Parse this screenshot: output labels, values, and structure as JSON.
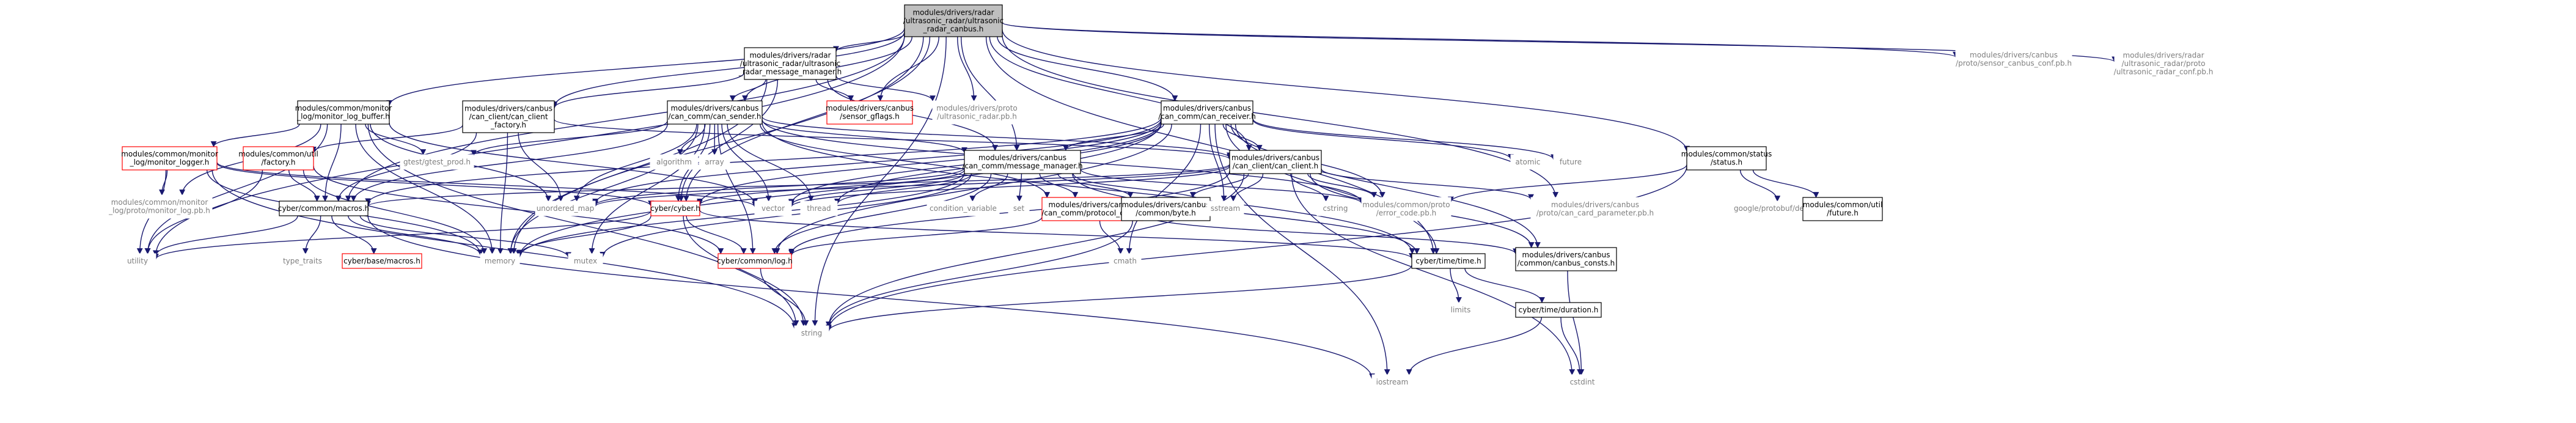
{
  "diagram": {
    "nodes": [
      {
        "id": "root",
        "lines": [
          "modules/drivers/radar",
          "/ultrasonic_radar/ultrasonic",
          "_radar_canbus.h"
        ],
        "style": "focus"
      },
      {
        "id": "msgmgr_us",
        "lines": [
          "modules/drivers/radar",
          "/ultrasonic_radar/ultrasonic",
          "_radar_message_manager.h"
        ],
        "style": "black"
      },
      {
        "id": "monitor_log_buffer",
        "lines": [
          "modules/common/monitor",
          "_log/monitor_log_buffer.h"
        ],
        "style": "black"
      },
      {
        "id": "can_client_factory",
        "lines": [
          "modules/drivers/canbus",
          "/can_client/can_client",
          "_factory.h"
        ],
        "style": "black"
      },
      {
        "id": "can_sender",
        "lines": [
          "modules/drivers/canbus",
          "/can_comm/can_sender.h"
        ],
        "style": "black"
      },
      {
        "id": "sensor_gflags",
        "lines": [
          "modules/drivers/canbus",
          "/sensor_gflags.h"
        ],
        "style": "red"
      },
      {
        "id": "ultrasonic_radar_pb",
        "lines": [
          "modules/drivers/proto",
          "/ultrasonic_radar.pb.h"
        ],
        "style": "gray"
      },
      {
        "id": "can_receiver",
        "lines": [
          "modules/drivers/canbus",
          "/can_comm/can_receiver.h"
        ],
        "style": "black"
      },
      {
        "id": "sensor_canbus_conf_pb",
        "lines": [
          "modules/drivers/canbus",
          "/proto/sensor_canbus_conf.pb.h"
        ],
        "style": "gray"
      },
      {
        "id": "ultrasonic_radar_conf_pb",
        "lines": [
          "modules/drivers/radar",
          "/ultrasonic_radar/proto",
          "/ultrasonic_radar_conf.pb.h"
        ],
        "style": "gray"
      },
      {
        "id": "monitor_logger",
        "lines": [
          "modules/common/monitor",
          "_log/monitor_logger.h"
        ],
        "style": "red"
      },
      {
        "id": "factory",
        "lines": [
          "modules/common/util",
          "/factory.h"
        ],
        "style": "red"
      },
      {
        "id": "gtest_prod",
        "lines": [
          "gtest/gtest_prod.h"
        ],
        "style": "gray"
      },
      {
        "id": "algorithm",
        "lines": [
          "algorithm"
        ],
        "style": "gray"
      },
      {
        "id": "array",
        "lines": [
          "array"
        ],
        "style": "gray"
      },
      {
        "id": "message_manager",
        "lines": [
          "modules/drivers/canbus",
          "/can_comm/message_manager.h"
        ],
        "style": "black"
      },
      {
        "id": "can_client",
        "lines": [
          "modules/drivers/canbus",
          "/can_client/can_client.h"
        ],
        "style": "black"
      },
      {
        "id": "atomic",
        "lines": [
          "atomic"
        ],
        "style": "gray"
      },
      {
        "id": "future",
        "lines": [
          "future"
        ],
        "style": "gray"
      },
      {
        "id": "status",
        "lines": [
          "modules/common/status",
          "/status.h"
        ],
        "style": "black"
      },
      {
        "id": "monitor_log_pb",
        "lines": [
          "modules/common/monitor",
          "_log/proto/monitor_log.pb.h"
        ],
        "style": "gray"
      },
      {
        "id": "cyber_macros",
        "lines": [
          "cyber/common/macros.h"
        ],
        "style": "black"
      },
      {
        "id": "cyber",
        "lines": [
          "cyber/cyber.h"
        ],
        "style": "red"
      },
      {
        "id": "unordered_map",
        "lines": [
          "unordered_map"
        ],
        "style": "gray"
      },
      {
        "id": "vector",
        "lines": [
          "vector"
        ],
        "style": "gray"
      },
      {
        "id": "thread",
        "lines": [
          "thread"
        ],
        "style": "gray"
      },
      {
        "id": "condition_variable",
        "lines": [
          "condition_variable"
        ],
        "style": "gray"
      },
      {
        "id": "set",
        "lines": [
          "set"
        ],
        "style": "gray"
      },
      {
        "id": "protocol_data",
        "lines": [
          "modules/drivers/canbus",
          "/can_comm/protocol_data.h"
        ],
        "style": "red"
      },
      {
        "id": "byte",
        "lines": [
          "modules/drivers/canbus",
          "/common/byte.h"
        ],
        "style": "black"
      },
      {
        "id": "sstream",
        "lines": [
          "sstream"
        ],
        "style": "gray"
      },
      {
        "id": "cstring",
        "lines": [
          "cstring"
        ],
        "style": "gray"
      },
      {
        "id": "error_code_pb",
        "lines": [
          "modules/common/proto",
          "/error_code.pb.h"
        ],
        "style": "gray"
      },
      {
        "id": "can_card_parameter_pb",
        "lines": [
          "modules/drivers/canbus",
          "/proto/can_card_parameter.pb.h"
        ],
        "style": "gray"
      },
      {
        "id": "descriptor",
        "lines": [
          "google/protobuf/descriptor.h"
        ],
        "style": "gray"
      },
      {
        "id": "util_future",
        "lines": [
          "modules/common/util",
          "/future.h"
        ],
        "style": "black"
      },
      {
        "id": "utility",
        "lines": [
          "utility"
        ],
        "style": "gray"
      },
      {
        "id": "type_traits",
        "lines": [
          "type_traits"
        ],
        "style": "gray"
      },
      {
        "id": "base_macros",
        "lines": [
          "cyber/base/macros.h"
        ],
        "style": "red"
      },
      {
        "id": "memory",
        "lines": [
          "memory"
        ],
        "style": "gray"
      },
      {
        "id": "mutex",
        "lines": [
          "mutex"
        ],
        "style": "gray"
      },
      {
        "id": "log",
        "lines": [
          "cyber/common/log.h"
        ],
        "style": "red"
      },
      {
        "id": "cmath",
        "lines": [
          "cmath"
        ],
        "style": "gray"
      },
      {
        "id": "canbus_consts",
        "lines": [
          "modules/drivers/canbus",
          "/common/canbus_consts.h"
        ],
        "style": "black"
      },
      {
        "id": "time",
        "lines": [
          "cyber/time/time.h"
        ],
        "style": "black"
      },
      {
        "id": "limits",
        "lines": [
          "limits"
        ],
        "style": "gray"
      },
      {
        "id": "duration",
        "lines": [
          "cyber/time/duration.h"
        ],
        "style": "black"
      },
      {
        "id": "string",
        "lines": [
          "string"
        ],
        "style": "gray"
      },
      {
        "id": "iostream",
        "lines": [
          "iostream"
        ],
        "style": "gray"
      },
      {
        "id": "cstdint",
        "lines": [
          "cstdint"
        ],
        "style": "gray"
      }
    ],
    "edges": [
      [
        "root",
        "msgmgr_us"
      ],
      [
        "root",
        "monitor_log_buffer"
      ],
      [
        "root",
        "can_client_factory"
      ],
      [
        "root",
        "can_sender"
      ],
      [
        "root",
        "sensor_gflags"
      ],
      [
        "root",
        "ultrasonic_radar_pb"
      ],
      [
        "root",
        "can_receiver"
      ],
      [
        "root",
        "sensor_canbus_conf_pb"
      ],
      [
        "root",
        "ultrasonic_radar_conf_pb"
      ],
      [
        "root",
        "status"
      ],
      [
        "root",
        "cyber_macros"
      ],
      [
        "root",
        "utility"
      ],
      [
        "root",
        "memory"
      ],
      [
        "root",
        "string"
      ],
      [
        "root",
        "time"
      ],
      [
        "root",
        "message_manager"
      ],
      [
        "root",
        "can_client"
      ],
      [
        "root",
        "cyber"
      ],
      [
        "root",
        "can_card_parameter_pb"
      ],
      [
        "msgmgr_us",
        "can_client_factory"
      ],
      [
        "msgmgr_us",
        "can_sender"
      ],
      [
        "msgmgr_us",
        "sensor_gflags"
      ],
      [
        "msgmgr_us",
        "ultrasonic_radar_pb"
      ],
      [
        "msgmgr_us",
        "message_manager"
      ],
      [
        "msgmgr_us",
        "cyber"
      ],
      [
        "msgmgr_us",
        "memory"
      ],
      [
        "monitor_log_buffer",
        "monitor_logger"
      ],
      [
        "monitor_log_buffer",
        "gtest_prod"
      ],
      [
        "monitor_log_buffer",
        "monitor_log_pb"
      ],
      [
        "monitor_log_buffer",
        "cyber_macros"
      ],
      [
        "monitor_log_buffer",
        "utility"
      ],
      [
        "monitor_log_buffer",
        "vector"
      ],
      [
        "monitor_log_buffer",
        "memory"
      ],
      [
        "monitor_log_buffer",
        "string"
      ],
      [
        "monitor_log_buffer",
        "unordered_map"
      ],
      [
        "can_client_factory",
        "factory"
      ],
      [
        "can_client_factory",
        "can_client"
      ],
      [
        "can_client_factory",
        "memory"
      ],
      [
        "can_client_factory",
        "unordered_map"
      ],
      [
        "can_client_factory",
        "cyber_macros"
      ],
      [
        "can_sender",
        "gtest_prod"
      ],
      [
        "can_sender",
        "algorithm"
      ],
      [
        "can_sender",
        "array"
      ],
      [
        "can_sender",
        "message_manager"
      ],
      [
        "can_sender",
        "can_client"
      ],
      [
        "can_sender",
        "cyber_macros"
      ],
      [
        "can_sender",
        "cyber"
      ],
      [
        "can_sender",
        "unordered_map"
      ],
      [
        "can_sender",
        "vector"
      ],
      [
        "can_sender",
        "thread"
      ],
      [
        "can_sender",
        "protocol_data"
      ],
      [
        "can_sender",
        "error_code_pb"
      ],
      [
        "can_sender",
        "memory"
      ],
      [
        "can_sender",
        "mutex"
      ],
      [
        "can_sender",
        "log"
      ],
      [
        "can_sender",
        "time"
      ],
      [
        "can_receiver",
        "message_manager"
      ],
      [
        "can_receiver",
        "can_client"
      ],
      [
        "can_receiver",
        "atomic"
      ],
      [
        "can_receiver",
        "future"
      ],
      [
        "can_receiver",
        "cyber_macros"
      ],
      [
        "can_receiver",
        "cyber"
      ],
      [
        "can_receiver",
        "vector"
      ],
      [
        "can_receiver",
        "thread"
      ],
      [
        "can_receiver",
        "sstream"
      ],
      [
        "can_receiver",
        "error_code_pb"
      ],
      [
        "can_receiver",
        "memory"
      ],
      [
        "can_receiver",
        "log"
      ],
      [
        "can_receiver",
        "time"
      ],
      [
        "can_receiver",
        "cmath"
      ],
      [
        "can_receiver",
        "canbus_consts"
      ],
      [
        "can_receiver",
        "iostream"
      ],
      [
        "can_receiver",
        "unordered_map"
      ],
      [
        "monitor_logger",
        "monitor_log_pb"
      ],
      [
        "monitor_logger",
        "cyber"
      ],
      [
        "monitor_logger",
        "utility"
      ],
      [
        "monitor_logger",
        "string"
      ],
      [
        "monitor_logger",
        "memory"
      ],
      [
        "monitor_logger",
        "vector"
      ],
      [
        "factory",
        "cyber_macros"
      ],
      [
        "factory",
        "log"
      ],
      [
        "factory",
        "utility"
      ],
      [
        "factory",
        "memory"
      ],
      [
        "message_manager",
        "cyber"
      ],
      [
        "message_manager",
        "unordered_map"
      ],
      [
        "message_manager",
        "vector"
      ],
      [
        "message_manager",
        "thread"
      ],
      [
        "message_manager",
        "condition_variable"
      ],
      [
        "message_manager",
        "set"
      ],
      [
        "message_manager",
        "protocol_data"
      ],
      [
        "message_manager",
        "byte"
      ],
      [
        "message_manager",
        "sstream"
      ],
      [
        "message_manager",
        "error_code_pb"
      ],
      [
        "message_manager",
        "memory"
      ],
      [
        "message_manager",
        "mutex"
      ],
      [
        "message_manager",
        "log"
      ],
      [
        "message_manager",
        "time"
      ],
      [
        "can_client",
        "cyber_macros"
      ],
      [
        "can_client",
        "unordered_map"
      ],
      [
        "can_client",
        "vector"
      ],
      [
        "can_client",
        "sstream"
      ],
      [
        "can_client",
        "cstring"
      ],
      [
        "can_client",
        "error_code_pb"
      ],
      [
        "can_client",
        "can_card_parameter_pb"
      ],
      [
        "can_client",
        "byte"
      ],
      [
        "can_client",
        "string"
      ],
      [
        "can_client",
        "log"
      ],
      [
        "can_client",
        "canbus_consts"
      ],
      [
        "can_client",
        "cstdint"
      ],
      [
        "status",
        "error_code_pb"
      ],
      [
        "status",
        "descriptor"
      ],
      [
        "status",
        "util_future"
      ],
      [
        "status",
        "string"
      ],
      [
        "cyber_macros",
        "utility"
      ],
      [
        "cyber_macros",
        "type_traits"
      ],
      [
        "cyber_macros",
        "base_macros"
      ],
      [
        "cyber_macros",
        "memory"
      ],
      [
        "cyber_macros",
        "mutex"
      ],
      [
        "cyber_macros",
        "iostream"
      ],
      [
        "cyber",
        "utility"
      ],
      [
        "cyber",
        "memory"
      ],
      [
        "cyber",
        "string"
      ],
      [
        "cyber",
        "log"
      ],
      [
        "cyber",
        "time"
      ],
      [
        "protocol_data",
        "log"
      ],
      [
        "protocol_data",
        "cmath"
      ],
      [
        "protocol_data",
        "canbus_consts"
      ],
      [
        "byte",
        "string"
      ],
      [
        "log",
        "string"
      ],
      [
        "canbus_consts",
        "cstdint"
      ],
      [
        "time",
        "limits"
      ],
      [
        "time",
        "string"
      ],
      [
        "time",
        "duration"
      ],
      [
        "duration",
        "iostream"
      ],
      [
        "duration",
        "cstdint"
      ]
    ]
  }
}
